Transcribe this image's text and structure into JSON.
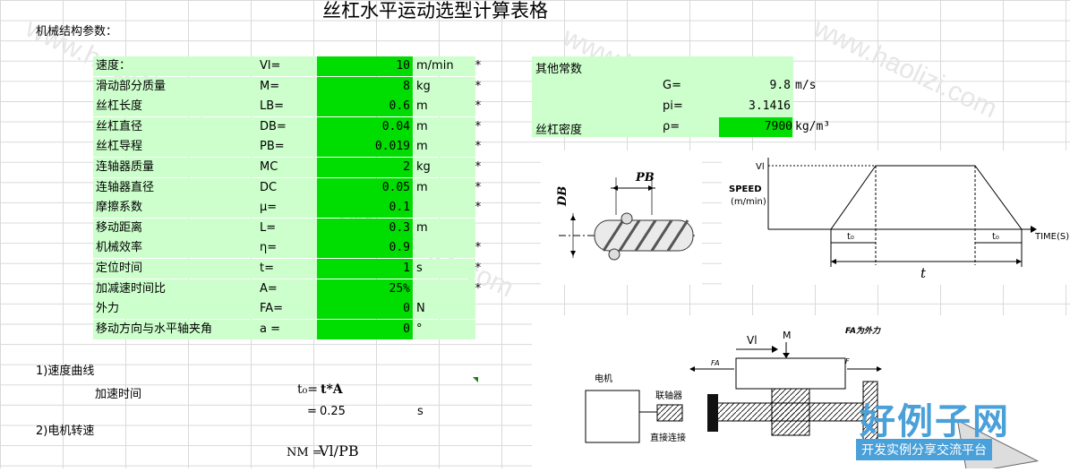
{
  "title": "丝杠水平运动选型计算表格",
  "subtitle": "机械结构参数：",
  "params": [
    {
      "label": "速度：",
      "sym": "Vl=",
      "value": "10",
      "unit": "m/min",
      "star": "*"
    },
    {
      "label": "滑动部分质量",
      "sym": "M=",
      "value": "8",
      "unit": "kg",
      "star": "*"
    },
    {
      "label": "丝杠长度",
      "sym": "LB=",
      "value": "0.6",
      "unit": "m",
      "star": "*"
    },
    {
      "label": "丝杠直径",
      "sym": "DB=",
      "value": "0.04",
      "unit": "m",
      "star": "*"
    },
    {
      "label": "丝杠导程",
      "sym": "PB=",
      "value": "0.019",
      "unit": "m",
      "star": "*"
    },
    {
      "label": "连轴器质量",
      "sym": "MC",
      "value": "2",
      "unit": "kg",
      "star": "*"
    },
    {
      "label": "连轴器直径",
      "sym": "DC",
      "value": "0.05",
      "unit": "m",
      "star": "*"
    },
    {
      "label": "摩擦系数",
      "sym": "μ=",
      "value": "0.1",
      "unit": "",
      "star": "*"
    },
    {
      "label": "移动距离",
      "sym": "L=",
      "value": "0.3",
      "unit": "m",
      "star": ""
    },
    {
      "label": "机械效率",
      "sym": "η=",
      "value": "0.9",
      "unit": "",
      "star": "*"
    },
    {
      "label": "定位时间",
      "sym": "t=",
      "value": "1",
      "unit": "s",
      "star": "*"
    },
    {
      "label": "加减速时间比",
      "sym": "A=",
      "value": "25%",
      "unit": "",
      "star": "*"
    },
    {
      "label": "外力",
      "sym": "FA=",
      "value": "0",
      "unit": "N",
      "star": ""
    },
    {
      "label": "移动方向与水平轴夹角",
      "sym": "a =",
      "value": "0",
      "unit": "°",
      "star": ""
    }
  ],
  "constants": {
    "header": "其他常数",
    "g_sym": "G=",
    "g_val": "9.8",
    "g_unit": "m/s",
    "pi_sym": "pi=",
    "pi_val": "3.1416",
    "rho_label": "丝杠密度",
    "rho_sym": "ρ=",
    "rho_val": "7900",
    "rho_unit": "kg/m³"
  },
  "section1": {
    "title": "1)速度曲线",
    "label": "加速时间",
    "formula_lhs": "t₀=",
    "formula": "t*A",
    "eq": "=",
    "result": "0.25",
    "unit": "s"
  },
  "section2": {
    "title": "2)电机转速",
    "formula_lhs": "NM =",
    "formula": "Vl/PB"
  },
  "diagram1": {
    "db": "DB",
    "pb": "PB"
  },
  "diagram2": {
    "vl": "Vl",
    "speed": "SPEED",
    "speed_unit": "(m/min)",
    "t0a": "t₀",
    "t0b": "t₀",
    "time": "TIME(S)",
    "t": "t"
  },
  "diagram3": {
    "vl": "Vl",
    "m": "M",
    "fa_note": "FA为外力",
    "fa": "FA",
    "f": "F",
    "motor": "电机",
    "coupler": "联轴器",
    "direct": "直接连接"
  },
  "watermark": {
    "site": "www.haolizi.com",
    "logo": "好例子网",
    "slogan": "开发实例分享交流平台"
  }
}
